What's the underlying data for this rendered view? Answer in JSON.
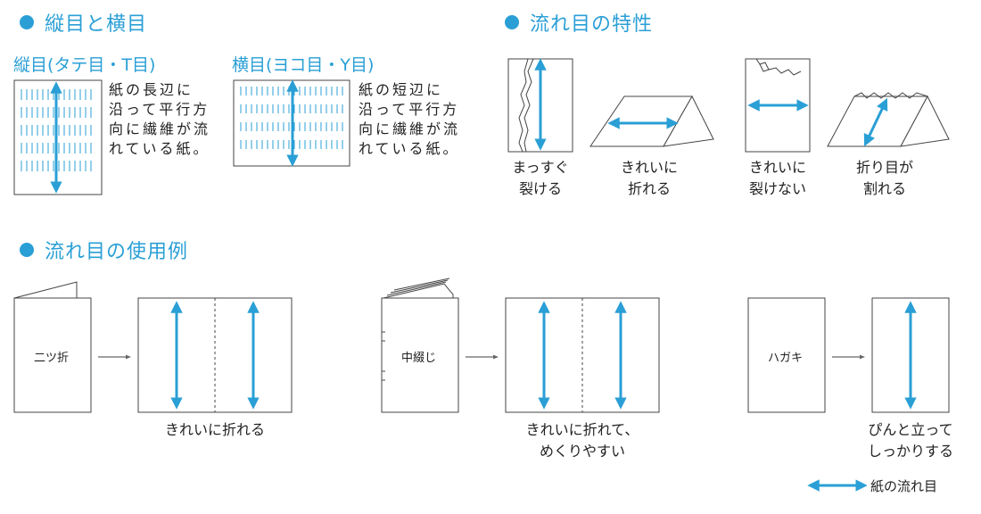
{
  "sections": {
    "grain": {
      "title": "縦目と横目"
    },
    "properties": {
      "title": "流れ目の特性"
    },
    "usage": {
      "title": "流れ目の使用例"
    }
  },
  "grain_long": {
    "label": "縦目(タテ目・T目)",
    "description_lines": [
      "紙の長辺に",
      "沿って平行方",
      "向に繊維が流",
      "れている紙。"
    ]
  },
  "grain_short": {
    "label": "横目(ヨコ目・Y目)",
    "description_lines": [
      "紙の短辺に",
      "沿って平行方",
      "向に繊維が流",
      "れている紙。"
    ]
  },
  "properties": [
    {
      "lines": [
        "まっすぐ",
        "裂ける"
      ]
    },
    {
      "lines": [
        "きれいに",
        "折れる"
      ]
    },
    {
      "lines": [
        "きれいに",
        "裂けない"
      ]
    },
    {
      "lines": [
        "折り目が",
        "割れる"
      ]
    }
  ],
  "usage": {
    "folded": {
      "item_label": "二ツ折",
      "caption_lines": [
        "きれいに折れる"
      ]
    },
    "saddle": {
      "item_label": "中綴じ",
      "caption_lines": [
        "きれいに折れて、",
        "めくりやすい"
      ]
    },
    "postcard": {
      "item_label": "ハガキ",
      "caption_lines": [
        "ぴんと立って",
        "しっかりする"
      ]
    }
  },
  "legend": {
    "label": "紙の流れ目"
  },
  "colors": {
    "accent": "#2a9fd6",
    "line": "#444444",
    "fiber": "#2a9fd6"
  }
}
